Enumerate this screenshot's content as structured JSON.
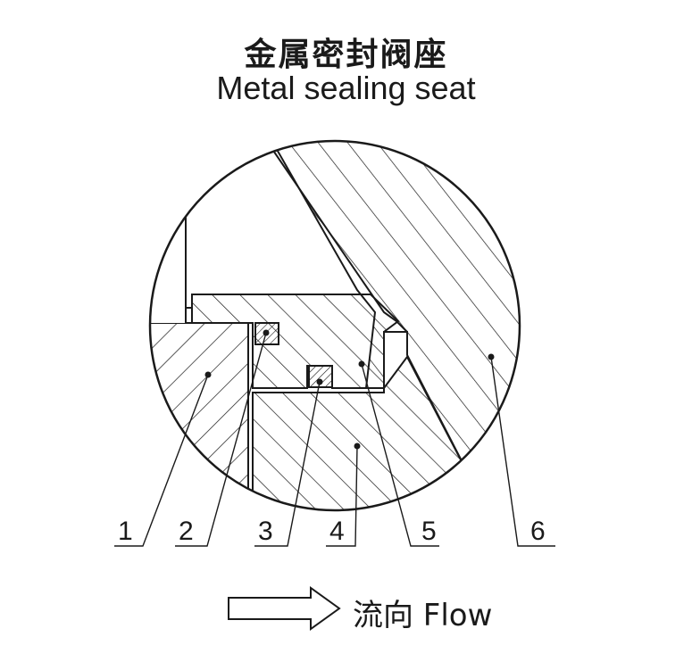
{
  "title": {
    "chinese": "金属密封阀座",
    "english": "Metal sealing seat"
  },
  "callouts": [
    "1",
    "2",
    "3",
    "4",
    "5",
    "6"
  ],
  "flow": {
    "label": "流向 Flow"
  },
  "colors": {
    "line": "#1a1a1a",
    "background": "#ffffff"
  }
}
